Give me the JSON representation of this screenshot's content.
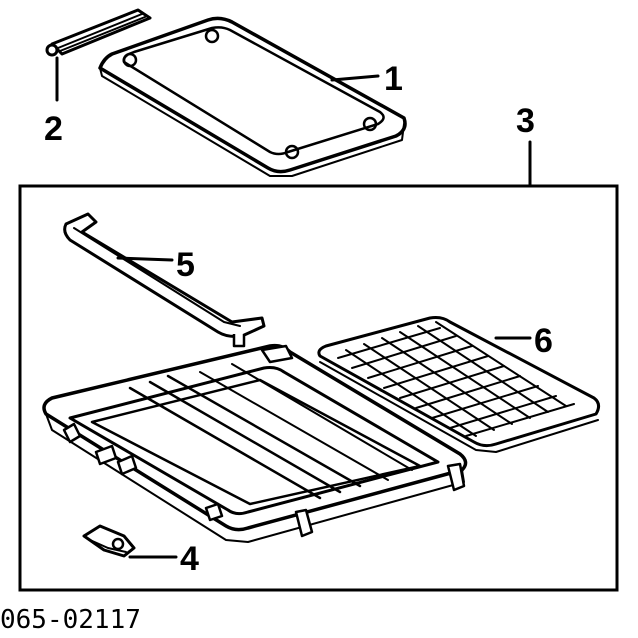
{
  "callouts": {
    "c1": "1",
    "c2": "2",
    "c3": "3",
    "c4": "4",
    "c5": "5",
    "c6": "6"
  },
  "diagram_code": "065-02117"
}
